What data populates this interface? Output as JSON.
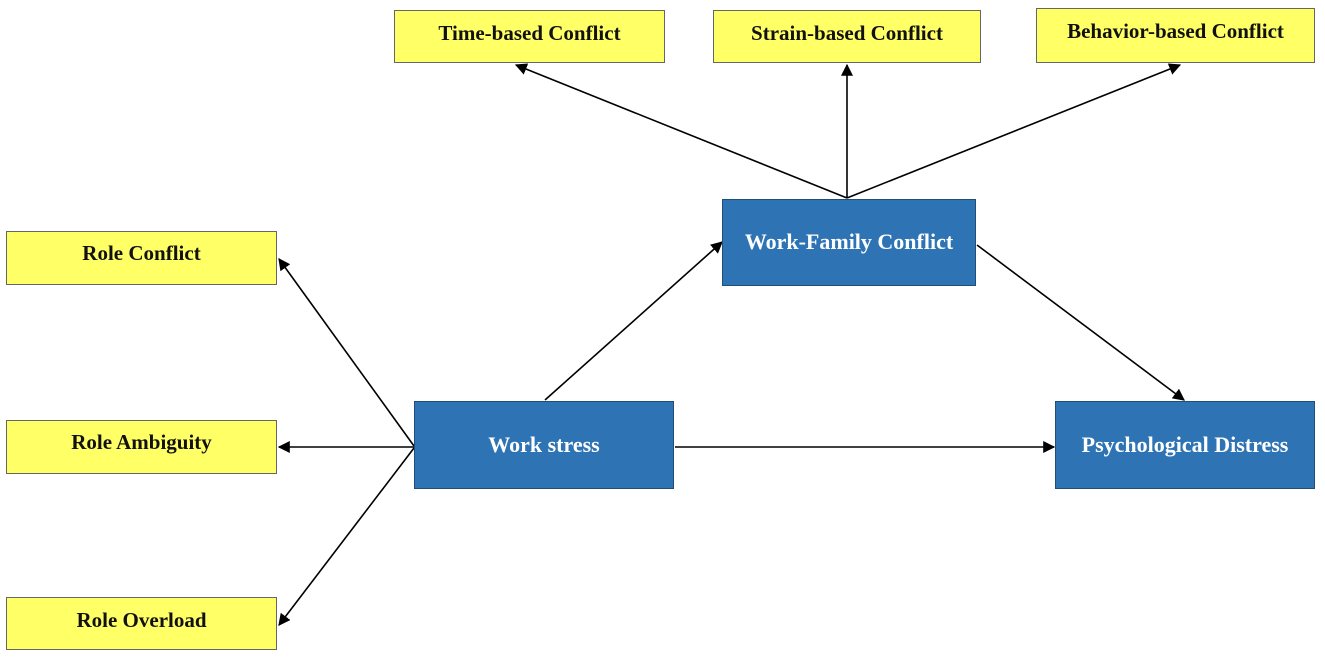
{
  "nodes": {
    "time_based_conflict": "Time-based Conflict",
    "strain_based_conflict": "Strain-based Conflict",
    "behavior_based_conflict": "Behavior-based Conflict",
    "work_family_conflict": "Work-Family Conflict",
    "role_conflict": "Role Conflict",
    "role_ambiguity": "Role Ambiguity",
    "role_overload": "Role Overload",
    "work_stress": "Work stress",
    "psychological_distress": "Psychological Distress"
  },
  "edges": [
    {
      "from": "work_family_conflict",
      "to": "time_based_conflict"
    },
    {
      "from": "work_family_conflict",
      "to": "strain_based_conflict"
    },
    {
      "from": "work_family_conflict",
      "to": "behavior_based_conflict"
    },
    {
      "from": "work_stress",
      "to": "role_conflict"
    },
    {
      "from": "work_stress",
      "to": "role_ambiguity"
    },
    {
      "from": "work_stress",
      "to": "role_overload"
    },
    {
      "from": "work_stress",
      "to": "work_family_conflict"
    },
    {
      "from": "work_stress",
      "to": "psychological_distress"
    },
    {
      "from": "work_family_conflict",
      "to": "psychological_distress"
    }
  ],
  "colors": {
    "outcome_fill": "#ffff66",
    "construct_fill": "#2e74b5",
    "construct_text": "#ffffff",
    "arrow": "#000000"
  }
}
